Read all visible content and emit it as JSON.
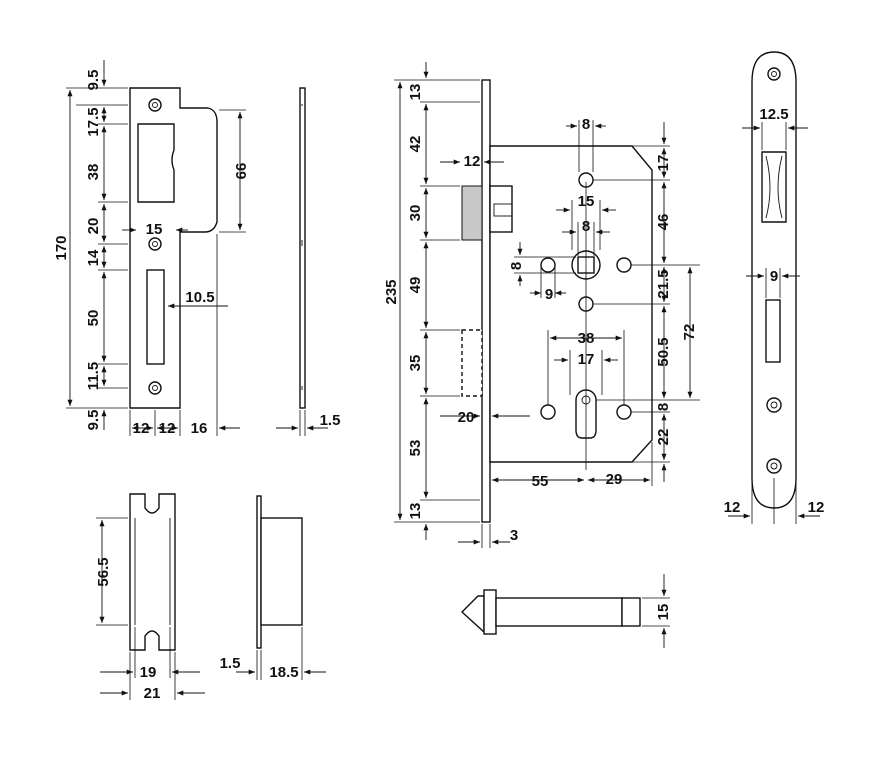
{
  "diagram": {
    "title": "",
    "strike_plate": {
      "top_margin": "9.5",
      "d_17_5": "17.5",
      "d_38": "38",
      "d_20": "20",
      "d_15": "15",
      "d_14": "14",
      "d_50": "50",
      "d_11_5": "11.5",
      "bottom_margin": "9.5",
      "total_height": "170",
      "tongue_height": "66",
      "tongue_offset": "10.5",
      "w_12a": "12",
      "w_12b": "12",
      "w_16": "16",
      "thickness": "1.5"
    },
    "lock_body": {
      "total_height": "235",
      "d_13_top": "13",
      "d_42": "42",
      "d_30": "30",
      "d_49": "49",
      "d_35": "35",
      "d_53": "53",
      "d_13_bottom": "13",
      "latch_12": "12",
      "backset_20": "20",
      "faceplate_3": "3",
      "h_8_top": "8",
      "h_15": "15",
      "h_8_mid": "8",
      "v_8": "8",
      "h_9": "9",
      "d_17_right": "17",
      "d_46": "46",
      "d_21_5": "21.5",
      "d_50_5": "50.5",
      "d_72": "72",
      "d_38": "38",
      "d_17_cyl": "17",
      "d_8_right": "8",
      "d_22": "22",
      "d_55": "55",
      "d_29": "29"
    },
    "faceplate": {
      "width": "12.5",
      "slot_9": "9",
      "left_12": "12",
      "right_12": "12"
    },
    "keeper_box": {
      "height": "56.5",
      "inner_19": "19",
      "outer_21": "21",
      "flange_1_5": "1.5",
      "depth_18_5": "18.5"
    },
    "bolt": {
      "height": "15"
    }
  }
}
